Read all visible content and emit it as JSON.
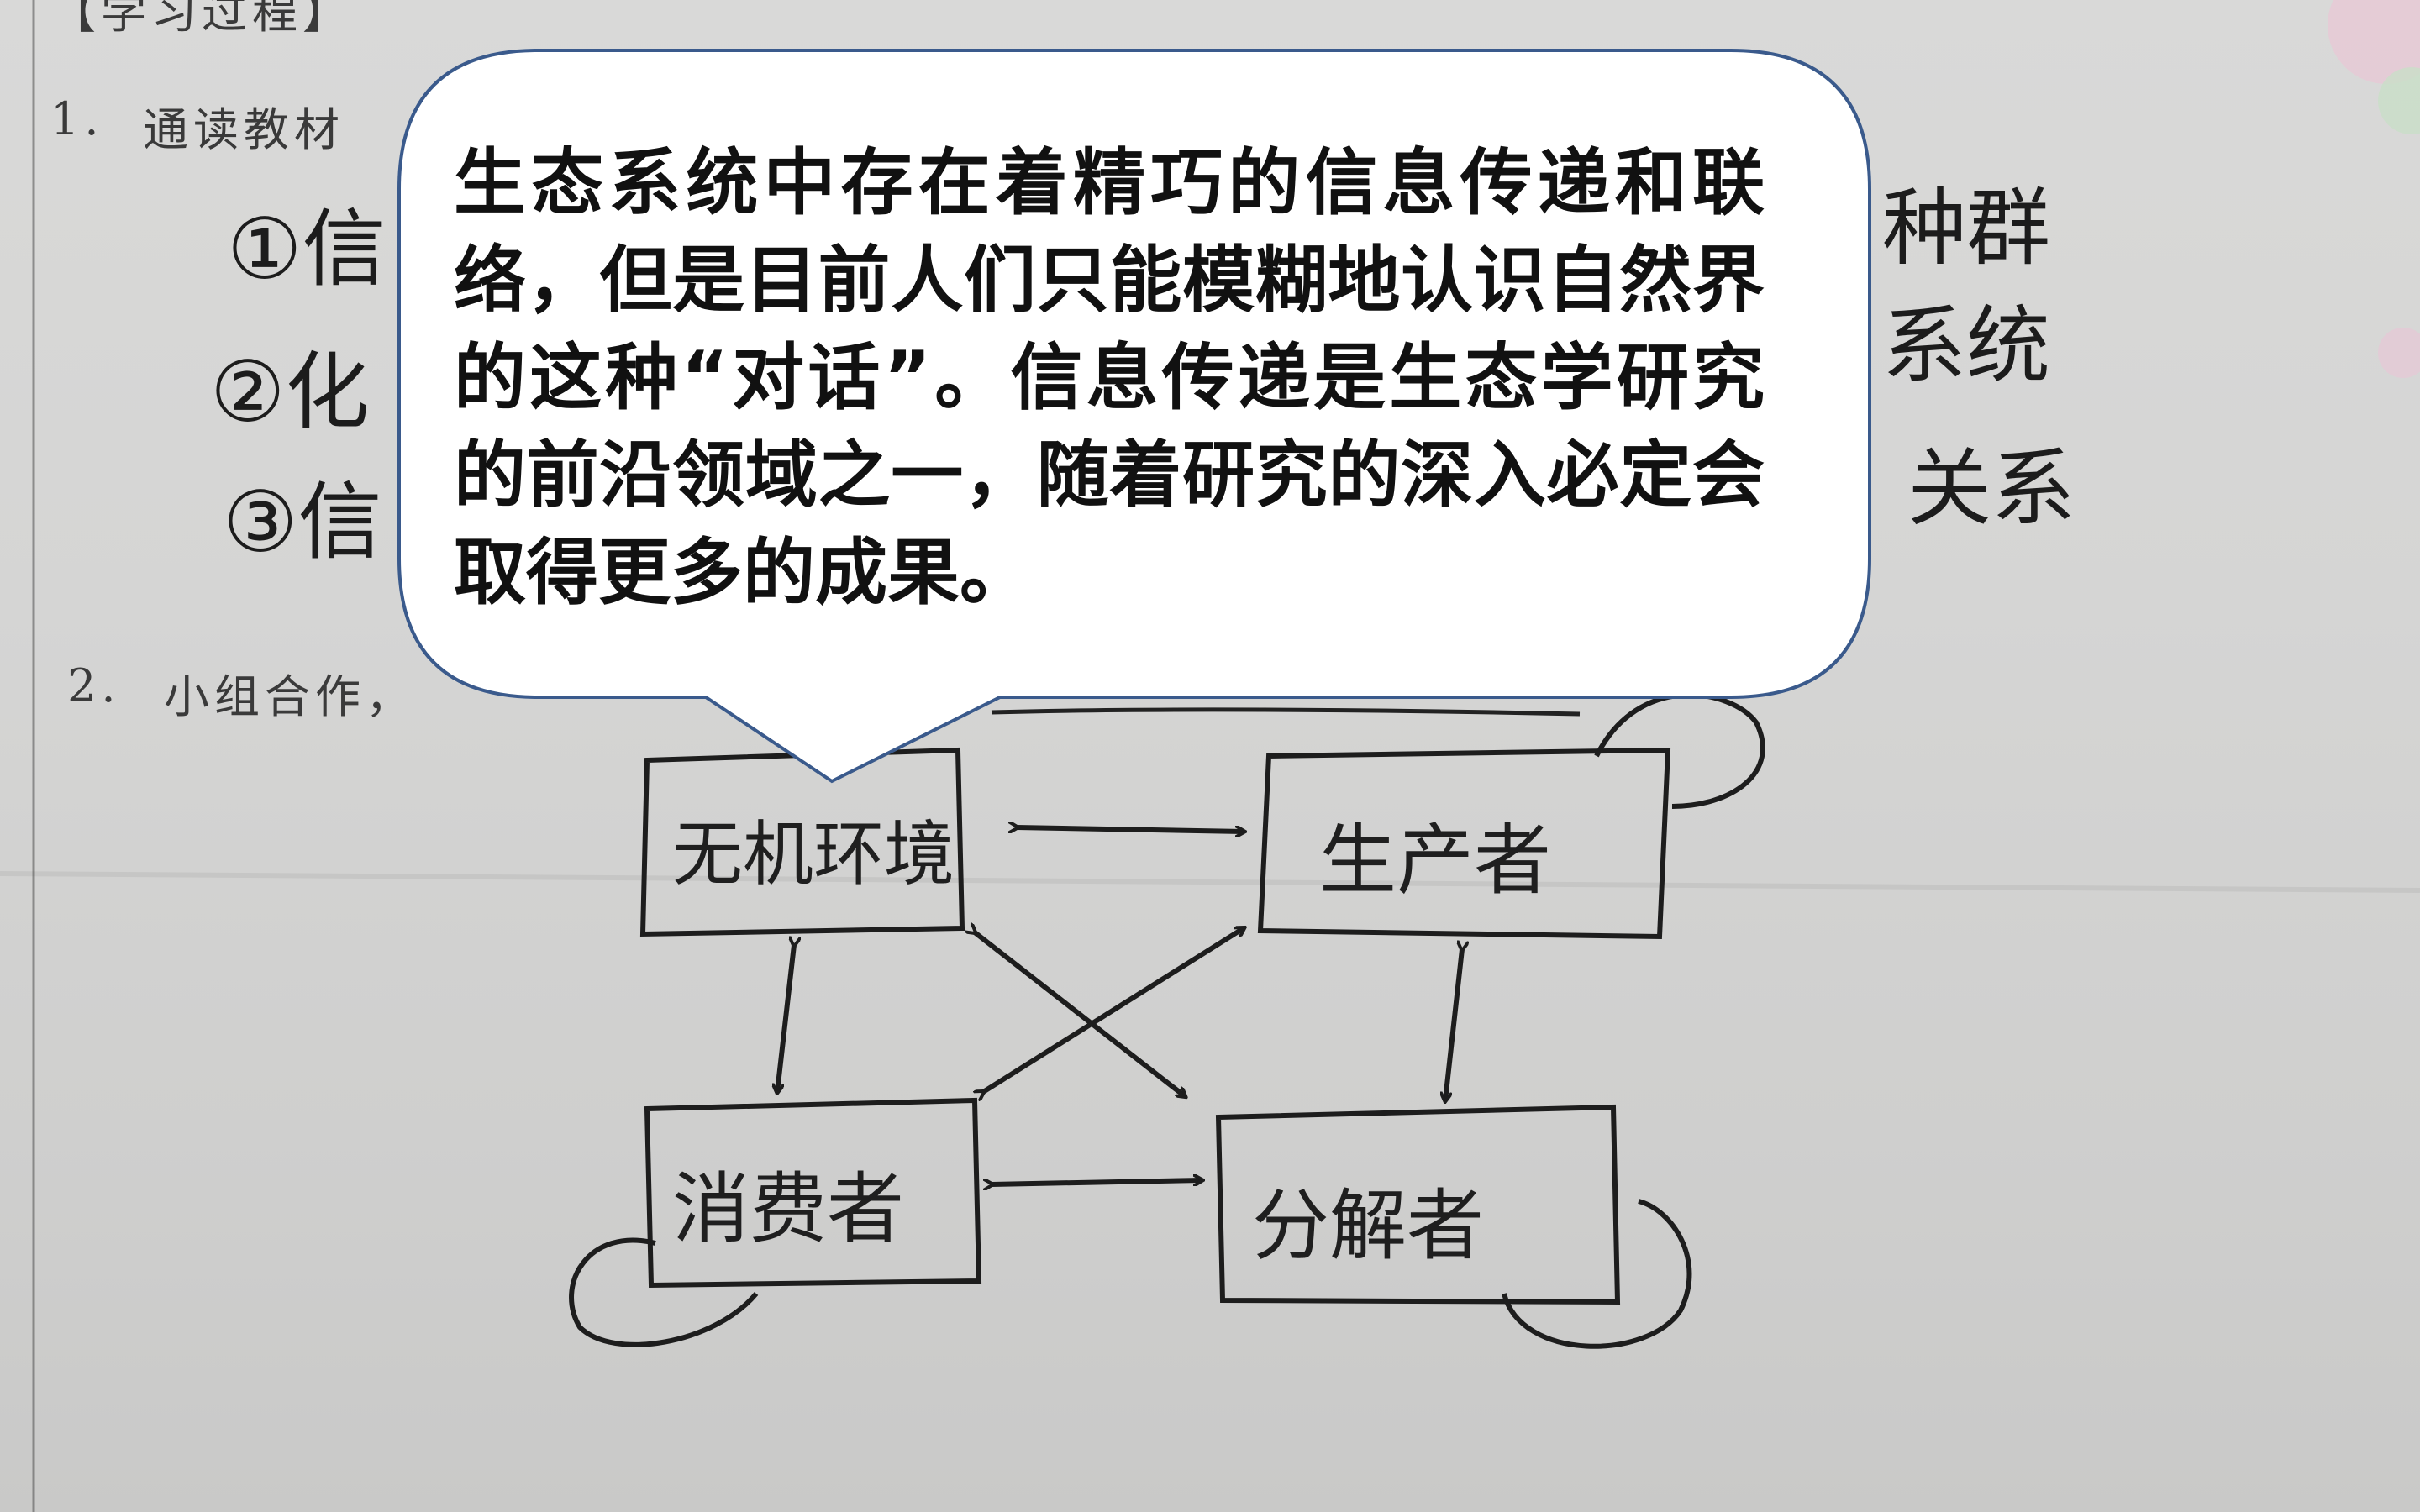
{
  "worksheet": {
    "section_header": "【学习过程】",
    "item1_number": "1.",
    "item1_text": "通读教材",
    "item2_number": "2.",
    "item2_text": "小组合作，",
    "handwritten_left": [
      "①信",
      "②化",
      "③信"
    ],
    "handwritten_right": [
      "种群",
      "系统",
      "关系"
    ]
  },
  "diagram": {
    "boxes": {
      "abiotic": "无机环境",
      "producer": "生产者",
      "consumer": "消费者",
      "decomposer": "分解者"
    }
  },
  "callout": {
    "text": "生态系统中存在着精巧的信息传递和联络，但是目前人们只能模糊地认识自然界的这种“对话”。信息传递是生态学研究的前沿领域之一，随着研究的深入必定会取得更多的成果。",
    "fill_color": "#ffffff",
    "border_color": "#3a5a8c"
  }
}
